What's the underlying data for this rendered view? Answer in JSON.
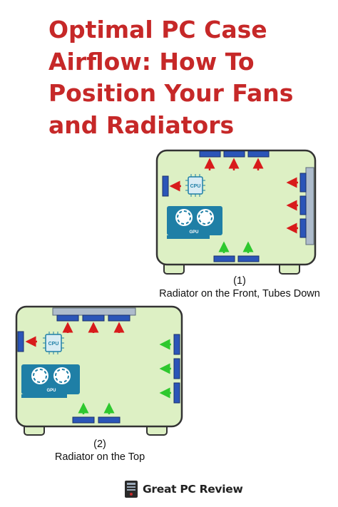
{
  "title_lines": [
    "Optimal PC Case",
    "Airflow: How To",
    "Position Your Fans",
    "and Radiators"
  ],
  "diagram1": {
    "number": "(1)",
    "caption": "Radiator on the Front, Tubes Down",
    "cpu_label": "CPU",
    "gpu_label": "GPU"
  },
  "diagram2": {
    "number": "(2)",
    "caption": "Radiator on the Top",
    "cpu_label": "CPU",
    "gpu_label": "GPU"
  },
  "brand": {
    "name": "Great PC Review"
  },
  "colors": {
    "title": "#c62828",
    "case_fill": "#ddf0c4",
    "case_border": "#333333",
    "fan": "#2b55b8",
    "radiator": "#aebccc",
    "chip": "#1f7fa6",
    "intake_arrow": "#2ec82e",
    "exhaust_arrow": "#d81b1b"
  }
}
